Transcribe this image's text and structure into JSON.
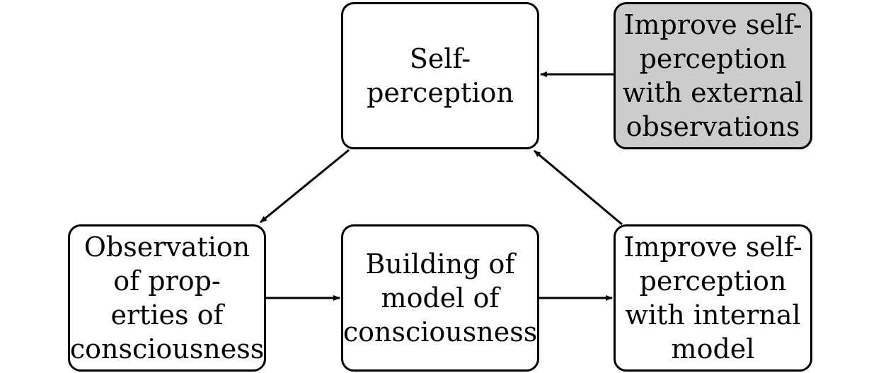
{
  "diagram": {
    "nodes": [
      {
        "id": "n-self",
        "lines": [
          "Self-",
          "perception"
        ],
        "fill": "#ffffff"
      },
      {
        "id": "n-external",
        "lines": [
          "Improve self-",
          "perception",
          "with external",
          "observations"
        ],
        "fill": "#cccccc"
      },
      {
        "id": "n-observation",
        "lines": [
          "Observation",
          "of prop-",
          "erties of",
          "consciousness"
        ],
        "fill": "#ffffff"
      },
      {
        "id": "n-building",
        "lines": [
          "Building of",
          "model of",
          "consciousness"
        ],
        "fill": "#ffffff"
      },
      {
        "id": "n-internal",
        "lines": [
          "Improve self-",
          "perception",
          "with internal",
          "model"
        ],
        "fill": "#ffffff"
      }
    ],
    "edges": [
      {
        "from": "n-external",
        "to": "n-self"
      },
      {
        "from": "n-self",
        "to": "n-observation"
      },
      {
        "from": "n-observation",
        "to": "n-building"
      },
      {
        "from": "n-building",
        "to": "n-internal"
      },
      {
        "from": "n-internal",
        "to": "n-self"
      }
    ],
    "colors": {
      "stroke": "#000000",
      "highlight_fill": "#cccccc"
    }
  }
}
